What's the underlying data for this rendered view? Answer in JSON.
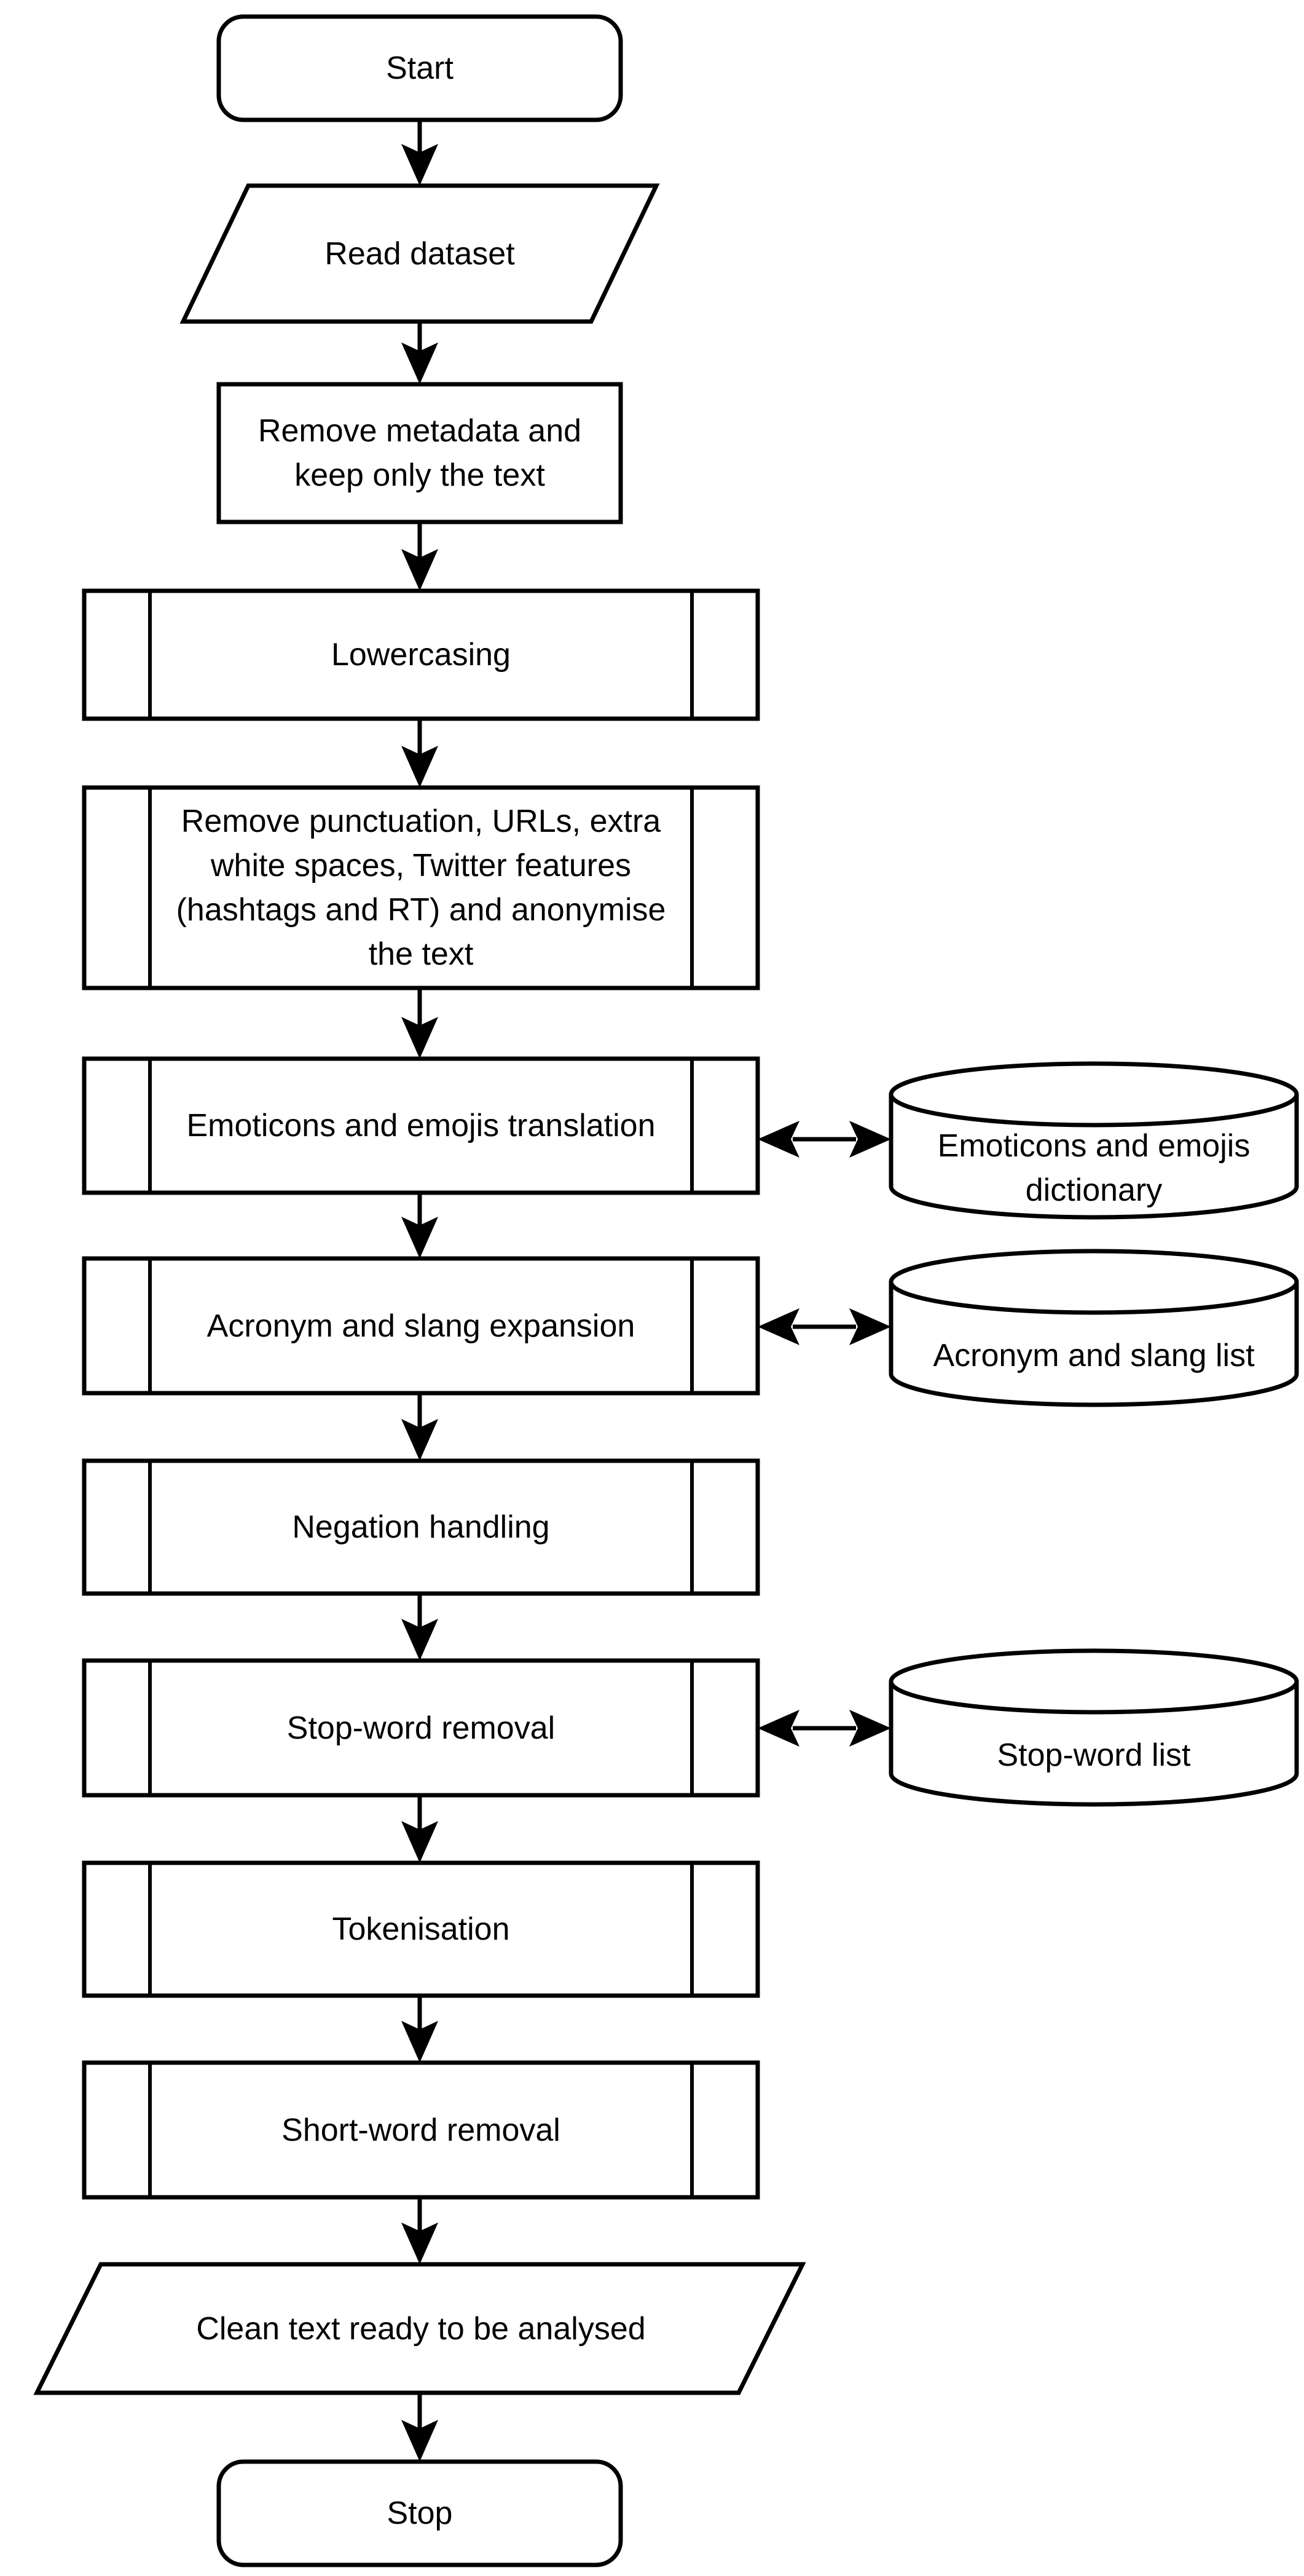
{
  "diagram_type": "flowchart",
  "colors": {
    "stroke": "#000000",
    "fill": "#ffffff",
    "background": "#ffffff",
    "text": "#000000"
  },
  "nodes": {
    "start": {
      "label": "Start",
      "type": "terminator"
    },
    "read_dataset": {
      "label": "Read dataset",
      "type": "data-input"
    },
    "remove_metadata": {
      "label": "Remove metadata and\nkeep only the text",
      "type": "process"
    },
    "lowercasing": {
      "label": "Lowercasing",
      "type": "predefined-process"
    },
    "remove_punctuation": {
      "label": "Remove punctuation, URLs, extra\nwhite spaces, Twitter features\n(hashtags and RT) and anonymise\nthe text",
      "type": "predefined-process"
    },
    "emoticons_translation": {
      "label": "Emoticons and emojis translation",
      "type": "predefined-process"
    },
    "emoticons_dictionary": {
      "label": "Emoticons and emojis\ndictionary",
      "type": "database"
    },
    "acronym_expansion": {
      "label": "Acronym and slang expansion",
      "type": "predefined-process"
    },
    "acronym_list": {
      "label": "Acronym and slang list",
      "type": "database"
    },
    "negation_handling": {
      "label": "Negation handling",
      "type": "predefined-process"
    },
    "stop_word_removal": {
      "label": "Stop-word removal",
      "type": "predefined-process"
    },
    "stop_word_list": {
      "label": "Stop-word list",
      "type": "database"
    },
    "tokenisation": {
      "label": "Tokenisation",
      "type": "predefined-process"
    },
    "short_word_removal": {
      "label": "Short-word removal",
      "type": "predefined-process"
    },
    "clean_text": {
      "label": "Clean text ready to be analysed",
      "type": "data-output"
    },
    "stop": {
      "label": "Stop",
      "type": "terminator"
    }
  },
  "edges": [
    {
      "from": "start",
      "to": "read_dataset",
      "style": "arrow"
    },
    {
      "from": "read_dataset",
      "to": "remove_metadata",
      "style": "arrow"
    },
    {
      "from": "remove_metadata",
      "to": "lowercasing",
      "style": "arrow"
    },
    {
      "from": "lowercasing",
      "to": "remove_punctuation",
      "style": "arrow"
    },
    {
      "from": "remove_punctuation",
      "to": "emoticons_translation",
      "style": "arrow"
    },
    {
      "from": "emoticons_translation",
      "to": "emoticons_dictionary",
      "style": "double-arrow"
    },
    {
      "from": "emoticons_translation",
      "to": "acronym_expansion",
      "style": "arrow"
    },
    {
      "from": "acronym_expansion",
      "to": "acronym_list",
      "style": "double-arrow"
    },
    {
      "from": "acronym_expansion",
      "to": "negation_handling",
      "style": "arrow"
    },
    {
      "from": "negation_handling",
      "to": "stop_word_removal",
      "style": "arrow"
    },
    {
      "from": "stop_word_removal",
      "to": "stop_word_list",
      "style": "double-arrow"
    },
    {
      "from": "stop_word_removal",
      "to": "tokenisation",
      "style": "arrow"
    },
    {
      "from": "tokenisation",
      "to": "short_word_removal",
      "style": "arrow"
    },
    {
      "from": "short_word_removal",
      "to": "clean_text",
      "style": "arrow"
    },
    {
      "from": "clean_text",
      "to": "stop",
      "style": "arrow"
    }
  ]
}
